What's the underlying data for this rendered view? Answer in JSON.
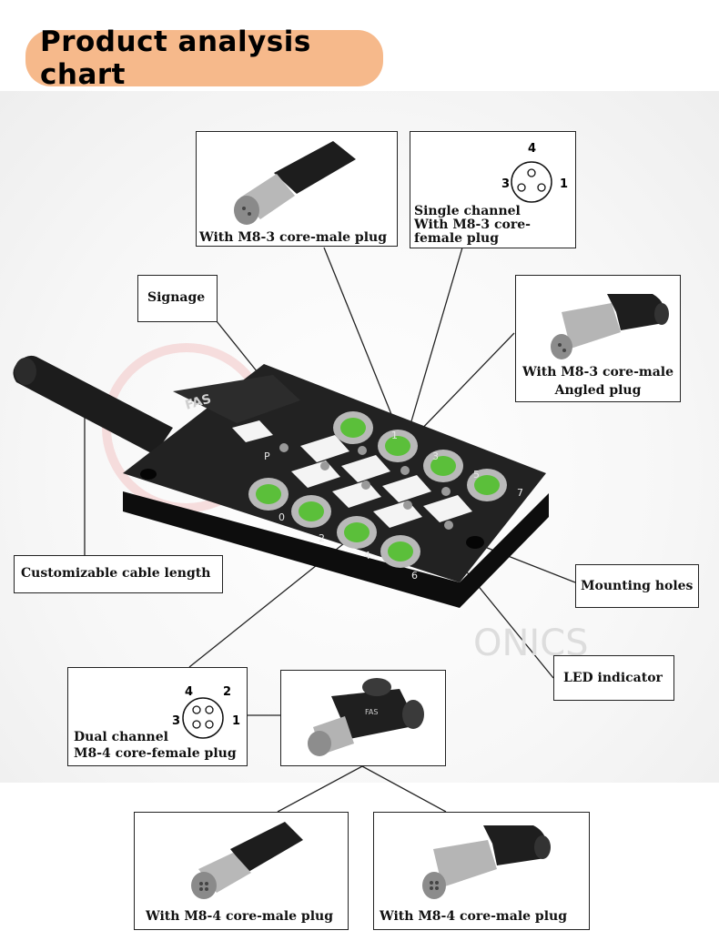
{
  "title": "Product analysis chart",
  "labels": {
    "m8_3_male_plug": "With M8-3 core-male plug",
    "single_channel_line1": "Single channel",
    "single_channel_line2": "With M8-3 core-",
    "single_channel_line3": "female plug",
    "signage": "Signage",
    "m8_3_angled_line1": "With M8-3 core-male",
    "m8_3_angled_line2": "Angled plug",
    "cable_length": "Customizable cable length",
    "mounting_holes": "Mounting holes",
    "led_indicator": "LED indicator",
    "dual_channel_line1": "Dual channel",
    "dual_channel_line2": "M8-4 core-female plug",
    "m8_4_male_plug": "With M8-4 core-male plug",
    "m8_4_male_angled": "With M8-4 core-male plug"
  },
  "pinouts": {
    "three_pin": [
      "4",
      "3",
      "1"
    ],
    "four_pin": [
      "4",
      "2",
      "3",
      "1"
    ]
  },
  "device": {
    "brand": "FAS",
    "port_numbers": [
      "0",
      "2",
      "4",
      "6",
      "1",
      "3",
      "5",
      "7"
    ],
    "port_label_top": "P"
  },
  "colors": {
    "title_bg": "#f6b98b",
    "body": "#1b1b1b",
    "port_green": "#5bbf3a",
    "metal": "#b9b9b9"
  }
}
